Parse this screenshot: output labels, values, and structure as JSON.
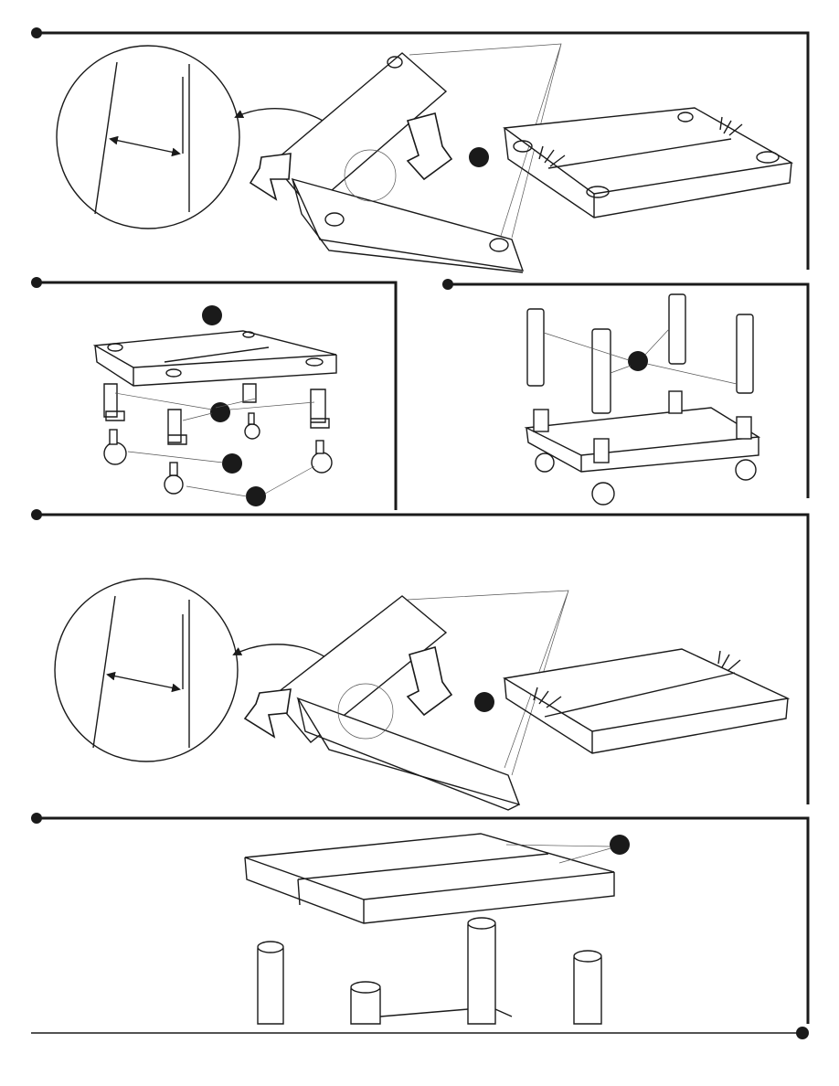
{
  "page": {
    "background": "#ffffff",
    "ink": "#1a1a1a"
  },
  "steps": [
    {
      "id": "step-1",
      "description_icon": "shelf-snap-together"
    },
    {
      "id": "step-2",
      "description_icon": "attach-leg-sockets-and-casters"
    },
    {
      "id": "step-3",
      "description_icon": "insert-legs"
    },
    {
      "id": "step-4",
      "description_icon": "top-shelf-snap-together"
    },
    {
      "id": "step-5",
      "description_icon": "attach-top-shelf"
    }
  ]
}
